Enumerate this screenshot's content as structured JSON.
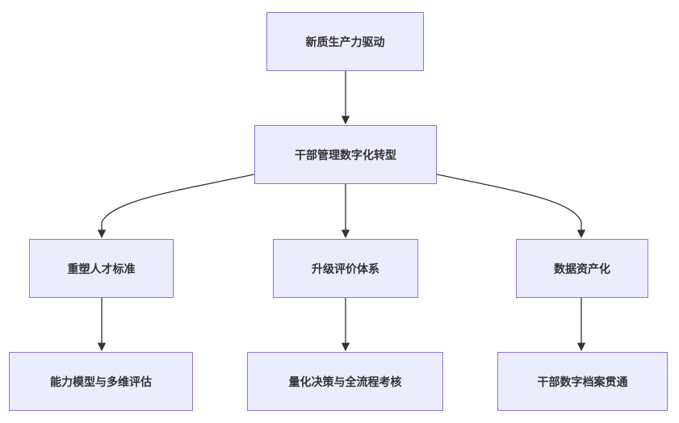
{
  "nodes": {
    "root": "新质生产力驱动",
    "transform": "干部管理数字化转型",
    "reshape": "重塑人才标准",
    "upgrade": "升级评价体系",
    "asset": "数据资产化",
    "ability": "能力模型与多维评估",
    "quantify": "量化决策与全流程考核",
    "archive": "干部数字档案贯通"
  },
  "colors": {
    "node_fill": "#ECECFF",
    "node_border": "#9370DB",
    "edge": "#333333"
  }
}
